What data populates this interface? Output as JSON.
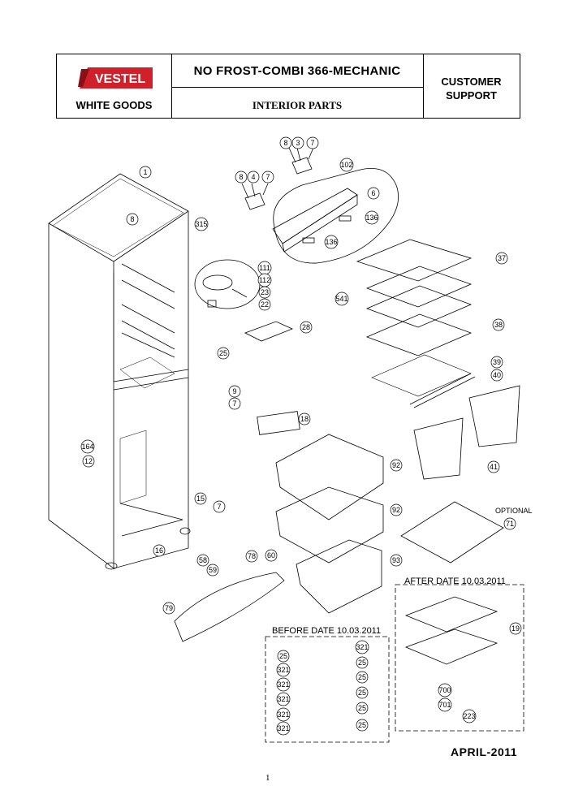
{
  "header": {
    "brand": "VESTEL",
    "division": "WHITE GOODS",
    "model": "NO FROST-COMBI 366-MECHANIC",
    "section": "INTERIOR PARTS",
    "dept_line1": "CUSTOMER",
    "dept_line2": "SUPPORT"
  },
  "notes": {
    "after_date": "AFTER DATE 10.03.2011",
    "before_date": "BEFORE DATE 10.03.2011",
    "optional": "OPTIONAL"
  },
  "footer": {
    "date": "APRIL-2011",
    "page": "1"
  },
  "part_labels": [
    "8",
    "3",
    "7",
    "102",
    "1",
    "8",
    "4",
    "7",
    "6",
    "8",
    "315",
    "136",
    "136",
    "37",
    "111",
    "112",
    "23",
    "22",
    "541",
    "28",
    "38",
    "25",
    "39",
    "40",
    "9",
    "7",
    "18",
    "164",
    "12",
    "41",
    "92",
    "15",
    "7",
    "92",
    "71",
    "16",
    "78",
    "60",
    "58",
    "59",
    "93",
    "79",
    "19",
    "25",
    "321",
    "321",
    "25",
    "25",
    "321",
    "321",
    "25",
    "25",
    "321",
    "321",
    "25",
    "700",
    "701",
    "223"
  ],
  "colors": {
    "logo_red": "#d0202a",
    "line": "#000000"
  }
}
